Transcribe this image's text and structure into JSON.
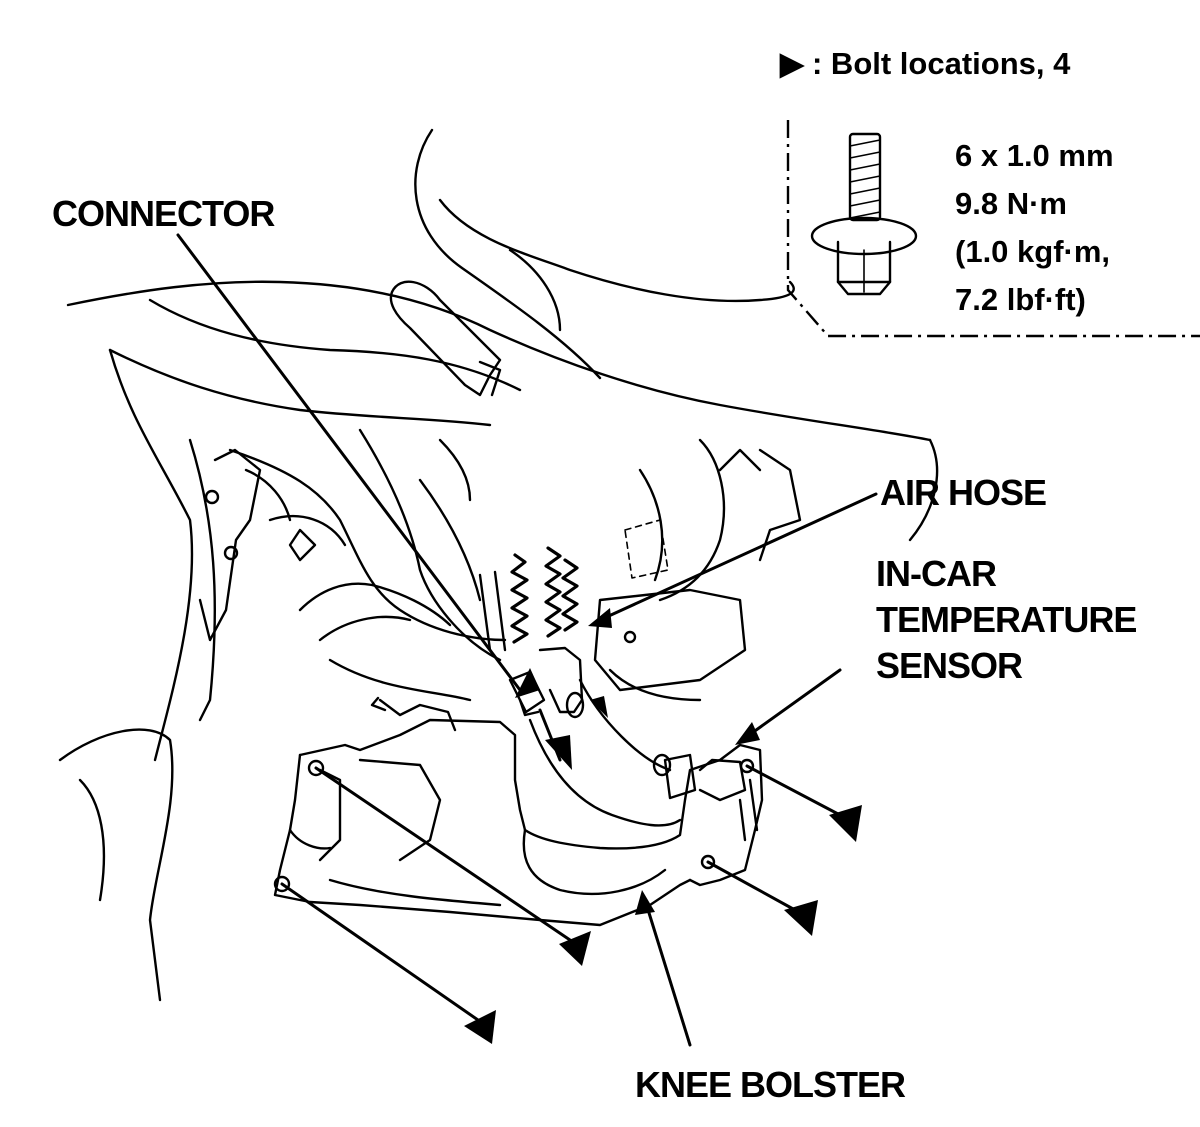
{
  "legend": {
    "marker_symbol": "▶",
    "text": ": Bolt locations, 4"
  },
  "bolt_spec": {
    "lines": [
      "6 x 1.0 mm",
      "9.8 N·m",
      "(1.0 kgf·m,",
      "7.2 lbf·ft)"
    ]
  },
  "callouts": {
    "connector": "CONNECTOR",
    "air_hose": "AIR HOSE",
    "sensor": [
      "IN-CAR",
      "TEMPERATURE",
      "SENSOR"
    ],
    "knee_bolster": "KNEE BOLSTER"
  },
  "icons": [
    "bolt-icon",
    "bolt-location-marker-icon"
  ]
}
